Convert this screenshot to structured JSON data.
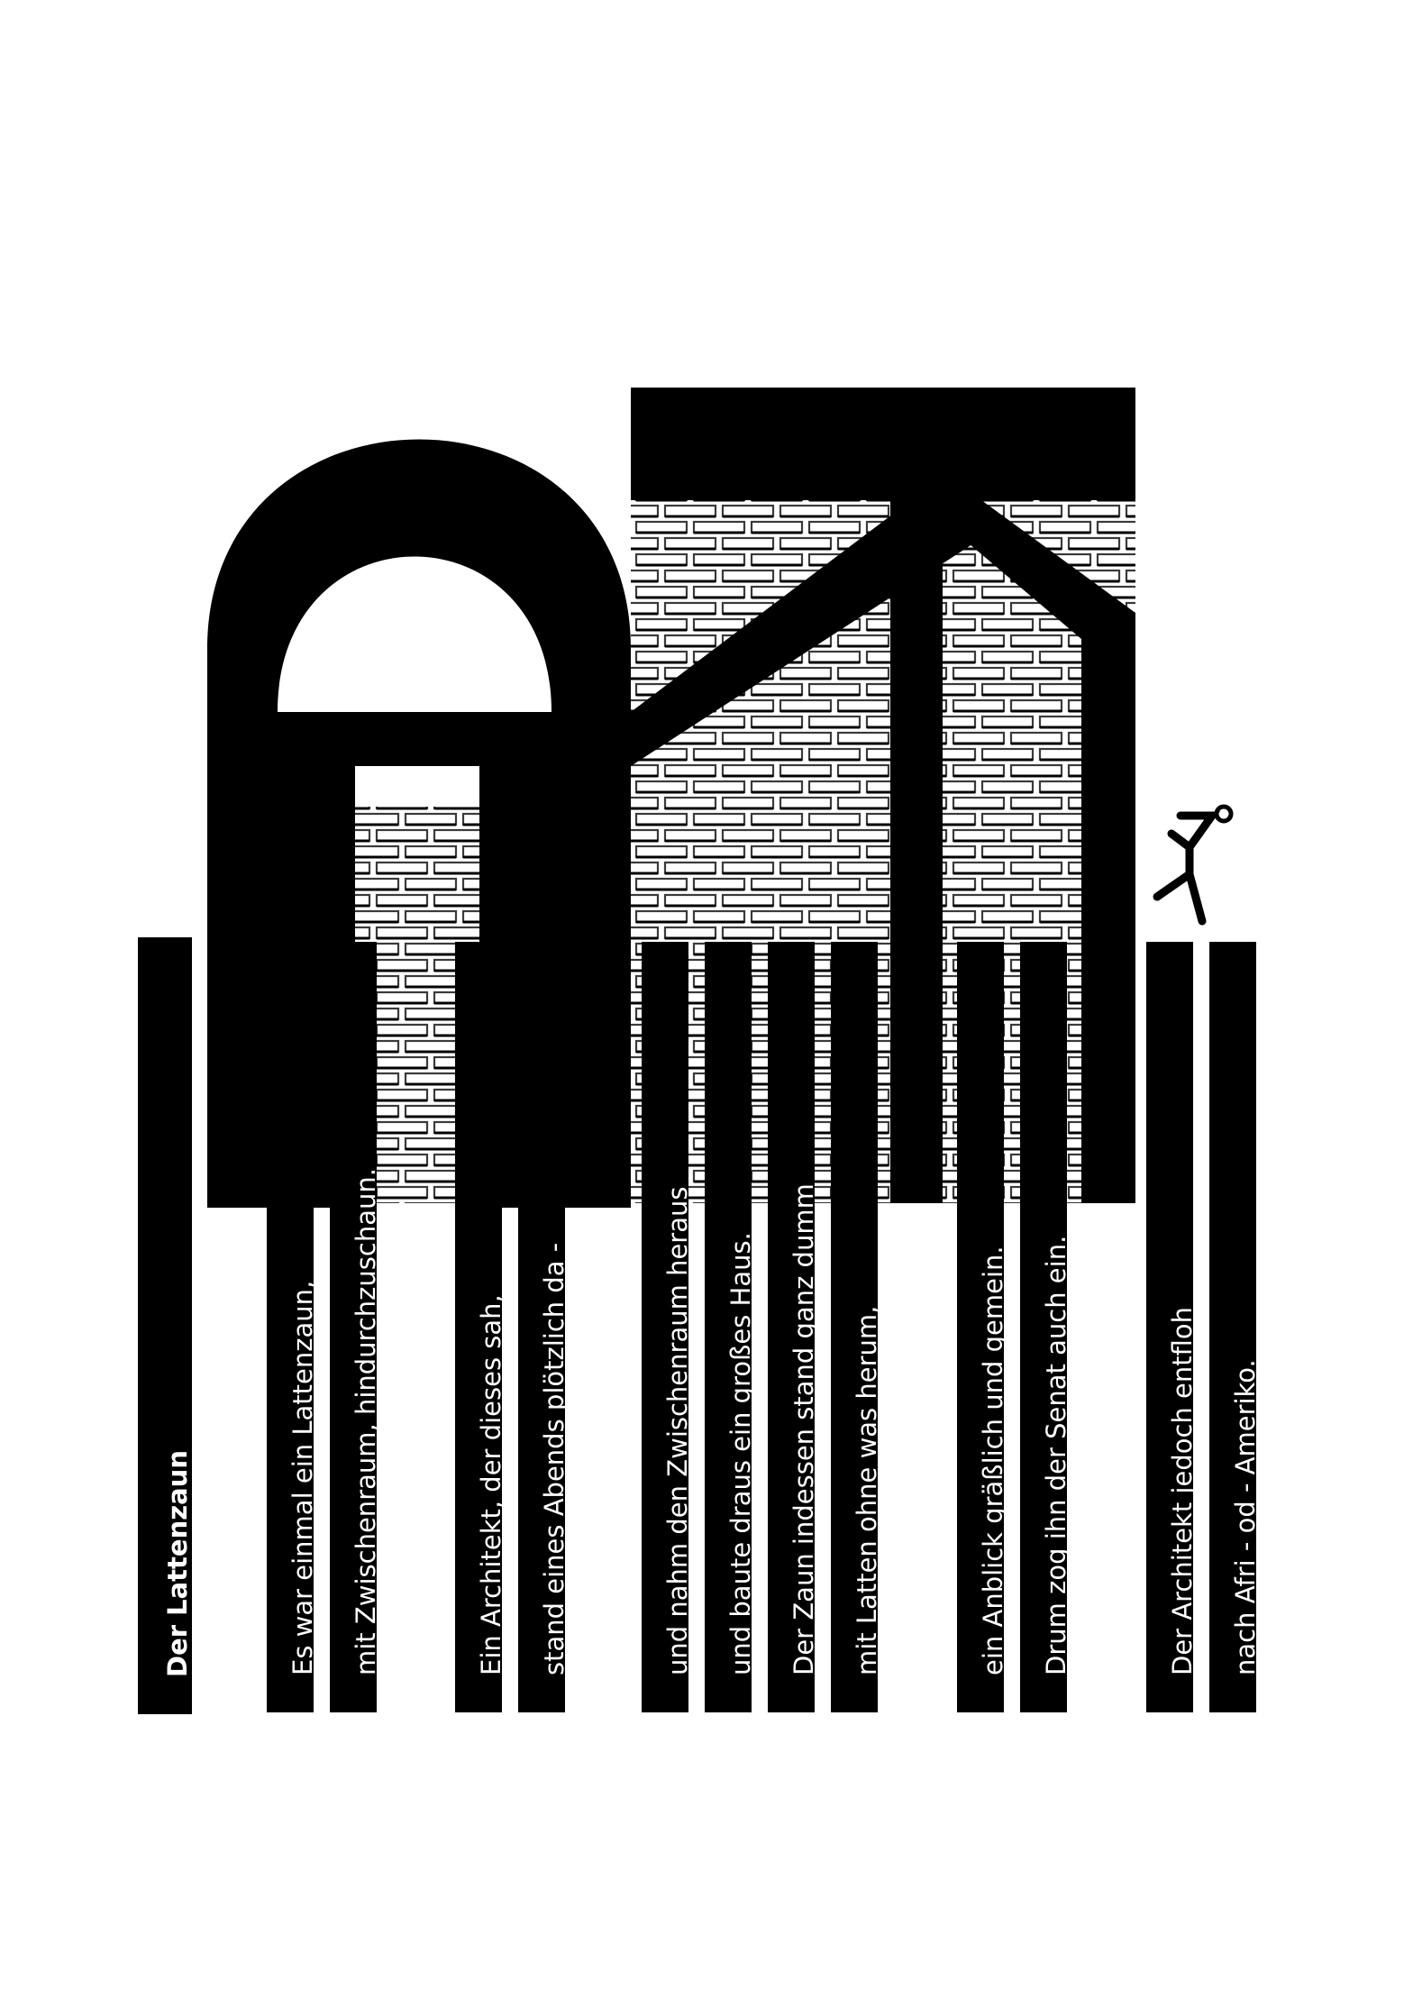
{
  "poster": {
    "title": "Der Lattenzaun",
    "lines": [
      "Es war einmal ein Lattenzaun,",
      "mit Zwischenraum, hindurchzuschaun.",
      "Ein Architekt, der dieses sah,",
      "stand eines Abends plötzlich da -",
      "und nahm den Zwischenraum heraus",
      "und baute draus ein großes Haus.",
      "Der Zaun indessen stand ganz dumm",
      "mit Latten ohne was herum,",
      "ein Anblick gräßlich und gemein.",
      "Drum zog ihn der Senat auch ein.",
      "Der Architekt jedoch entfloh",
      "nach Afri - od - Ameriko."
    ]
  },
  "graphics": {
    "house": "house-icon",
    "brick_wall": "brick-wall-icon",
    "fleeing_figure": "running-figure-icon"
  },
  "colors": {
    "ink": "#000000",
    "paper": "#ffffff",
    "mortar": "#3a3a3a"
  }
}
